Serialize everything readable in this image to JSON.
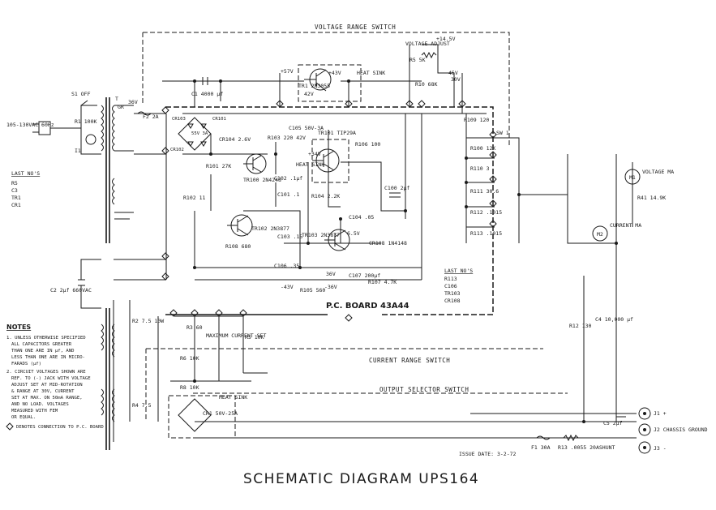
{
  "title": "SCHEMATIC DIAGRAM UPS164",
  "board_label": "P.C. BOARD 43A44",
  "issue_date": "ISSUE DATE: 3-2-72",
  "switches": {
    "voltage_range": "VOLTAGE RANGE SWITCH",
    "current_range": "CURRENT RANGE SWITCH",
    "output_selector": "OUTPUT SELECTOR SWITCH"
  },
  "last_nos_left": {
    "title": "LAST NO'S",
    "items": [
      "R5",
      "C3",
      "TR1",
      "CR1"
    ]
  },
  "last_nos_right": {
    "title": "LAST NO'S",
    "items": [
      "R113",
      "C106",
      "TR103",
      "CR108"
    ]
  },
  "notes": {
    "title": "NOTES",
    "lines": [
      "1. UNLESS OTHERWISE SPECIFIED",
      "ALL CAPACITORS GREATER",
      "THAN ONE ARE IN µf, AND",
      "LESS THAN ONE ARE IN MICRO-",
      "FARADS (µf)",
      "2. CIRCUIT VOLTAGES SHOWN ARE",
      "REF. TO (-) JACK WITH VOLTAGE",
      "ADJUST SET AT MID-ROTATION",
      "& RANGE AT 30V, CURRENT",
      "SET AT MAX. ON 50mA RANGE,",
      "AND NO LOAD. VOLTAGES",
      "MEASURED WITH FEM",
      "OR EQUAL."
    ],
    "legend": "DENOTES CONNECTION TO P.C. BOARD"
  },
  "input": {
    "mains": "105-130VAC 60Hz",
    "switch": "S1 OFF",
    "resistor": "R1 100K",
    "neon": "I1"
  },
  "transformer": {
    "name": "T",
    "taps": [
      "GR",
      "36V"
    ],
    "fuse": "F2 2A"
  },
  "labels": {
    "c1": "C1 4000 µf",
    "tr1": "TR1 2N3055",
    "heat_sink_top": "HEAT SINK",
    "volt_43": "+43V",
    "volt_57": "+57V",
    "volt_42": "42V",
    "volt_34v": "+34V",
    "cr101": "CR101",
    "cr102": "CR102",
    "cr103": "CR103",
    "bridge_v": "55V 3A",
    "cr104": "CR104 2.6V",
    "r103": "R103 220 42V",
    "r101": "R101 27K",
    "tr100": "TR100 2N4248",
    "c105": "C105 50V-3A",
    "tr101": "TR101 TIP29A",
    "heat_sink_mid": "HEAT SINK",
    "r106": "R106 100",
    "c102": "C102 .1µf",
    "c101": "C101 .1",
    "r104": "R104 2.2K",
    "c103": "C103 .15",
    "c104": "C104 .05",
    "c100": "C100 2µf",
    "r102": "R102 11",
    "tr102": "TR102 2N3877",
    "r108": "R108 680",
    "tr103": "TR103 2N3877",
    "cr108": "CR108 1N4148",
    "c106": "C106 .35",
    "r105": "R105 560",
    "r107": "R107 4.7K",
    "c107": "C107 200µf",
    "v36": "36V",
    "v43": "-43V",
    "v36n": "-36V",
    "v65": "6.5V",
    "voltage_adjust": "VOLTAGE ADJUST",
    "r5": "R5 5K",
    "r10": "R10 68K",
    "volt_145": "+14.5V",
    "volt_45": "45V",
    "volt_30": "30V",
    "r100": "R100 12K",
    "r109": "R109 120",
    "r110": "R110 3",
    "r111": "R111 30.6",
    "r112": "R112 .1015",
    "r113": "R113 .1015",
    "sw1": "SW 1",
    "voltmeter": "VOLTAGE MA",
    "m1": "M1",
    "r41": "R41 14.9K",
    "ammeter": "CURRENT MA",
    "m2": "M2",
    "c4": "C4 10,000 µf",
    "r12": "R12 130",
    "c2": "C2 2µf 660VAC",
    "r2": "R2 7.5 10W",
    "r3": "R3 60",
    "r4": "R4 7.5",
    "r6": "R6 10K",
    "max_current": "MAXIMUM CURRENT SET",
    "r5b": "R5 10K",
    "r8": "R8 10K",
    "f1": "F1 30A",
    "r13": "R13 .0055 20ASHUNT",
    "c5": "C5 2µf",
    "jacks": [
      "J1 +",
      "J2 CHASSIS GROUND",
      "J3 -"
    ],
    "cr1": "CR1 50V-25A",
    "heat_sink_bot": "HEAT SINK"
  },
  "colors": {
    "ink": "#1a1a1a",
    "paper": "#ffffff"
  }
}
